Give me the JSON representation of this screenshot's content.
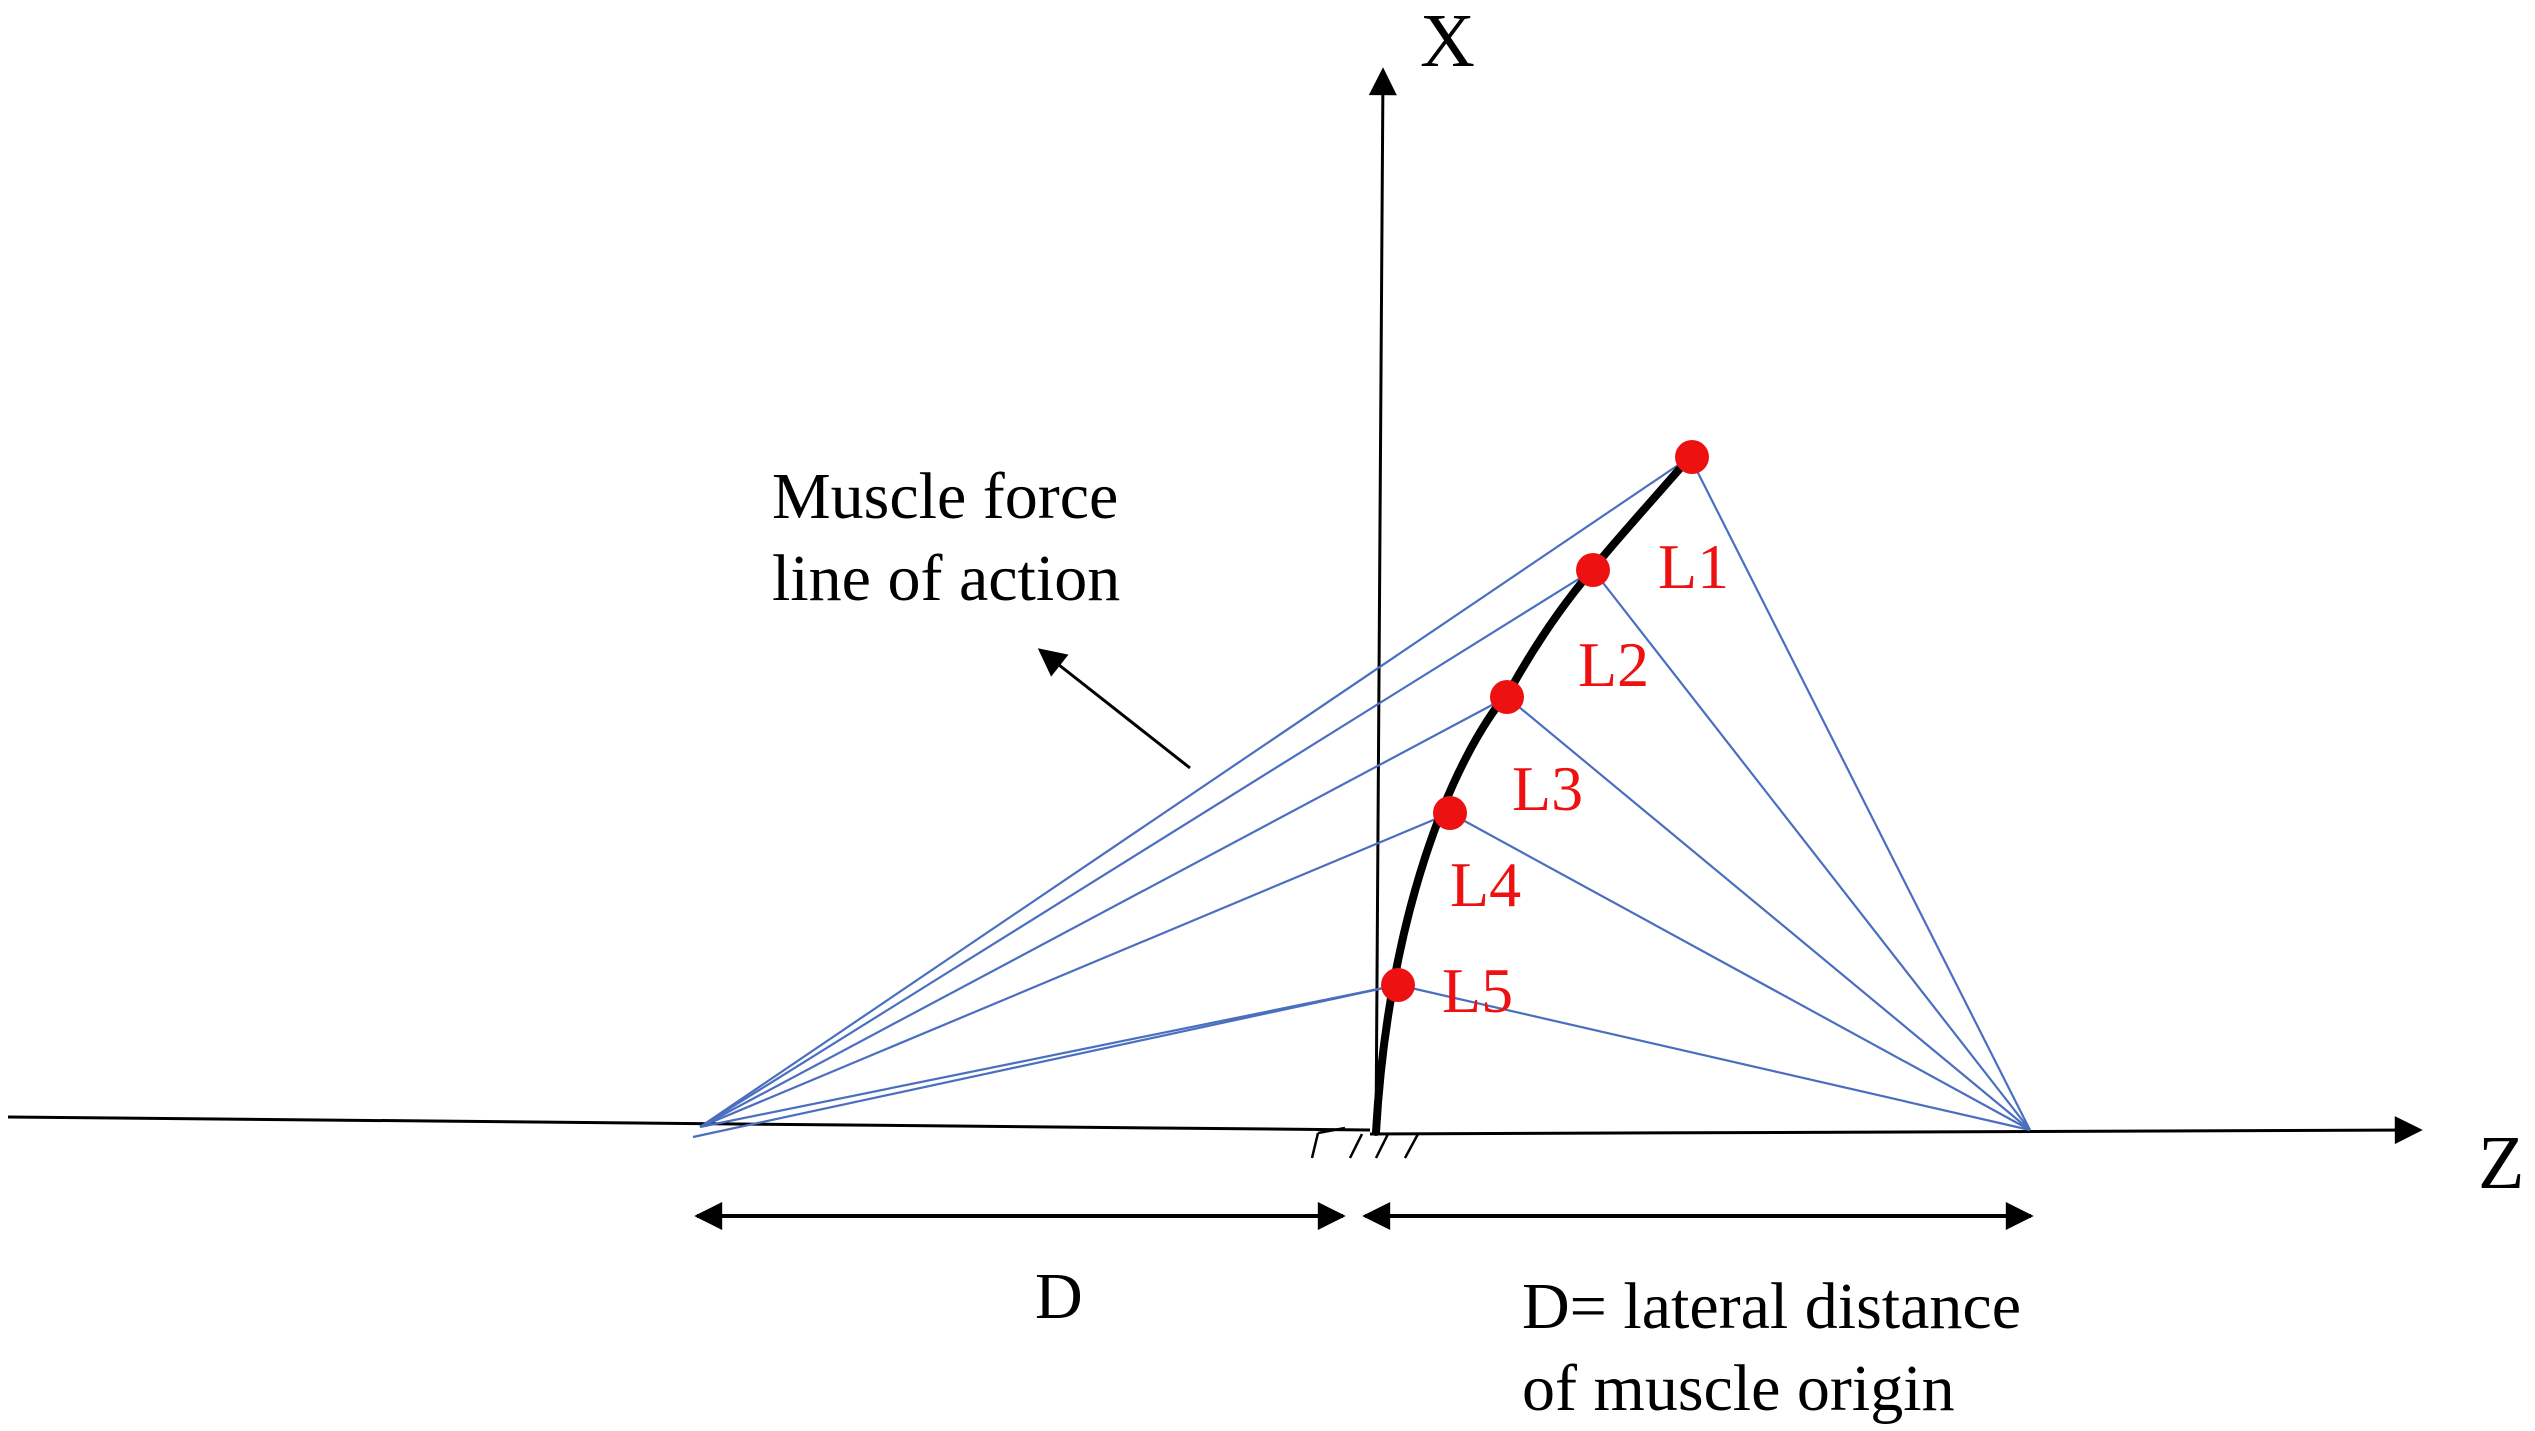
{
  "axes": {
    "vertical_label": "X",
    "horizontal_label": "Z"
  },
  "annotations": {
    "muscle_force_line1": "Muscle force",
    "muscle_force_line2": "line of action",
    "left_distance": "D",
    "right_distance_line1": "D= lateral distance",
    "right_distance_line2": "of muscle origin"
  },
  "vertebral_levels": [
    "L1",
    "L2",
    "L3",
    "L4",
    "L5"
  ],
  "colors": {
    "force_lines": "#4a6fbf",
    "level_markers": "#ee1111",
    "level_labels": "#ee1111",
    "spine_curve": "#000000",
    "axes": "#000000"
  },
  "icons": {
    "vertebra_marker": "filled-red-circle",
    "direction_arrow": "black-arrowhead"
  }
}
